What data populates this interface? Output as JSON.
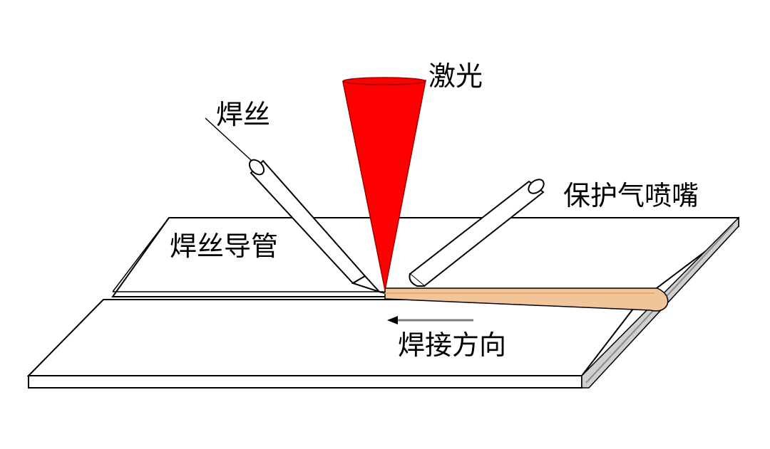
{
  "labels": {
    "laser": "激光",
    "wire": "焊丝",
    "nozzle": "保护气喷嘴",
    "wire_guide": "焊丝导管",
    "direction": "焊接方向"
  },
  "colors": {
    "laser": "#ff0000",
    "weld_bead": "#f2c49a",
    "outline": "#000000",
    "arrow": "#7f7f7f",
    "plate_edge": "#cfcfcf"
  }
}
